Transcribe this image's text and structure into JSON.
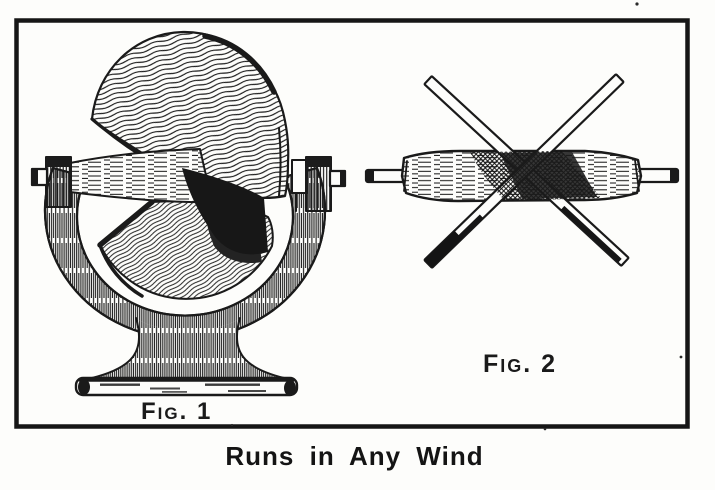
{
  "page": {
    "paper_color": "#fdfdfb",
    "ink_color": "#1a1a1a"
  },
  "figure_plate": {
    "fig1_label": "Fig. 1",
    "fig2_label": "Fig. 2",
    "caption": "Runs in Any Wind"
  }
}
